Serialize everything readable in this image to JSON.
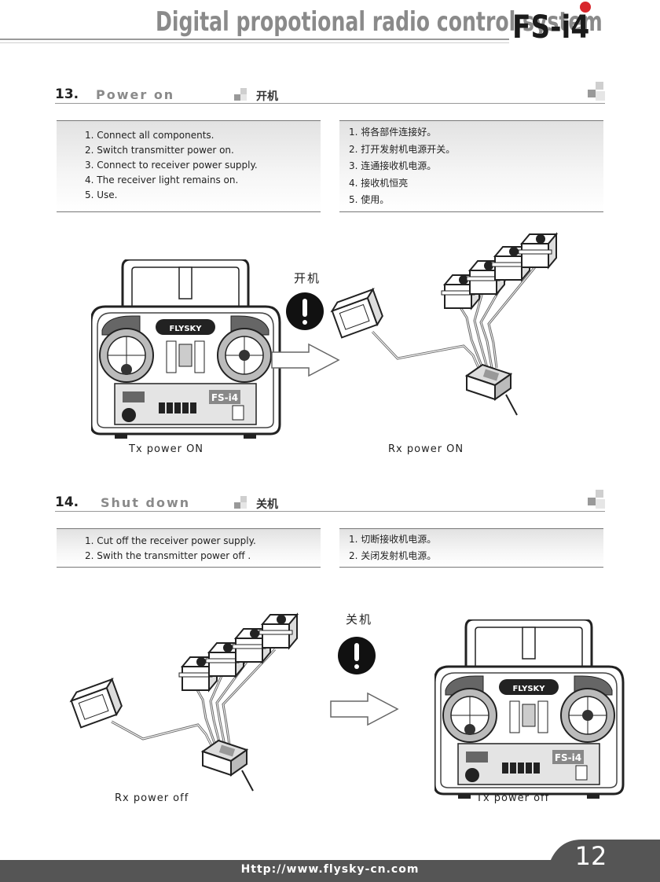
{
  "header": {
    "title": "Digital propotional radio control system",
    "model": "FS-i4"
  },
  "section13": {
    "number": "13.",
    "title": "Power on",
    "title_cn": "开机",
    "steps_en": [
      "1. Connect all components.",
      "2. Switch transmitter power on.",
      "3. Connect to receiver power supply.",
      "4. The receiver light remains on.",
      "5. Use."
    ],
    "steps_cn": [
      "1. 将各部件连接好。",
      "2. 打开发射机电源开关。",
      "3. 连通接收机电源。",
      "4. 接收机恒亮",
      "5. 使用。"
    ],
    "warning_label": "开机",
    "tx_caption": "Tx power ON",
    "rx_caption": "Rx power ON"
  },
  "section14": {
    "number": "14.",
    "title": "Shut down",
    "title_cn": "关机",
    "steps_en": [
      "1. Cut off the receiver power supply.",
      "2. Swith the transmitter power off ."
    ],
    "steps_cn": [
      "1. 切断接收机电源。",
      "2. 关闭发射机电源。"
    ],
    "warning_label": "关机",
    "rx_caption": "Rx power off",
    "tx_caption": "Tx power off"
  },
  "transmitter": {
    "brand": "FLYSKY",
    "model": "FS-i4"
  },
  "footer": {
    "url": "Http://www.flysky-cn.com",
    "page_number": "12"
  },
  "colors": {
    "header_gray": "#8a8a8a",
    "accent_red": "#d8262c",
    "footer_bg": "#555555"
  }
}
